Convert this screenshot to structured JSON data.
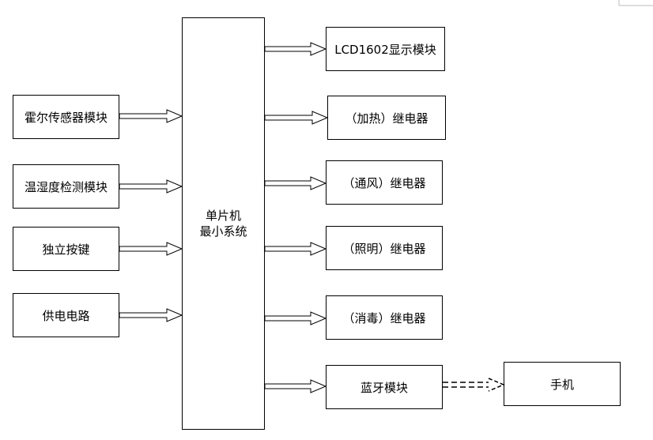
{
  "diagram": {
    "inputs": [
      {
        "label": "霍尔传感器模块"
      },
      {
        "label": "温湿度检测模块"
      },
      {
        "label": "独立按键"
      },
      {
        "label": "供电电路"
      }
    ],
    "mcu": {
      "line1": "单片机",
      "line2": "最小系统"
    },
    "outputs": [
      {
        "label": "LCD1602显示模块"
      },
      {
        "label": "（加热）继电器"
      },
      {
        "label": "（通风）继电器"
      },
      {
        "label": "（照明）继电器"
      },
      {
        "label": "（消毒）继电器"
      },
      {
        "label": "蓝牙模块"
      }
    ],
    "phone": {
      "label": "手机"
    },
    "colors": {
      "line": "#000000",
      "background": "#ffffff",
      "corner_mark": "#bbbbbb"
    }
  }
}
